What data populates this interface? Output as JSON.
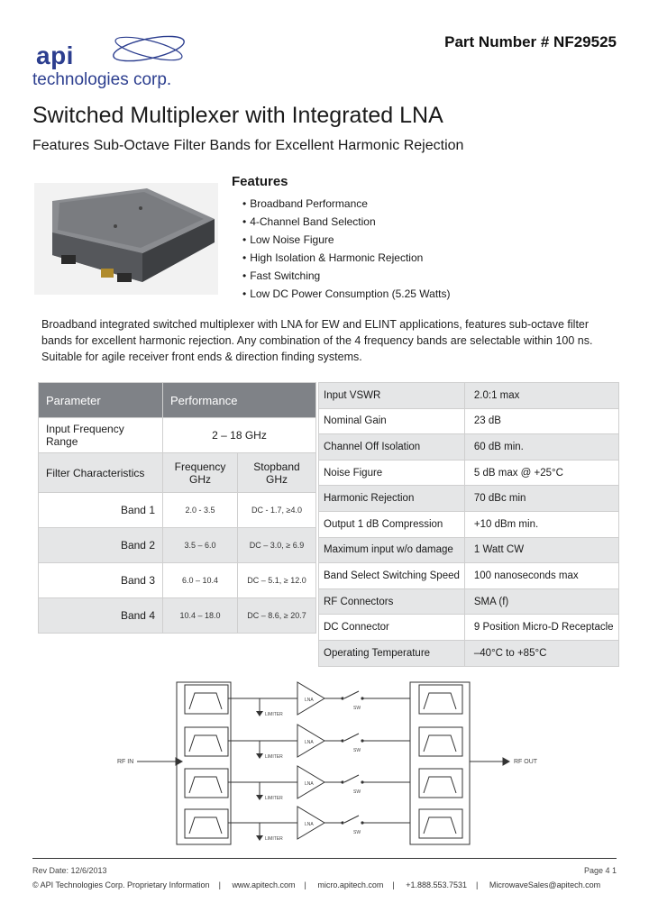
{
  "header": {
    "logo_text": "api",
    "logo_subtext": "technologies corp.",
    "part_number": "Part Number # NF29525"
  },
  "title": "Switched Multiplexer with Integrated LNA",
  "subtitle": "Features Sub-Octave Filter Bands for Excellent Harmonic Rejection",
  "features": {
    "heading": "Features",
    "items": [
      "Broadband Performance",
      "4-Channel Band Selection",
      "Low Noise Figure",
      "High Isolation & Harmonic Rejection",
      "Fast Switching",
      "Low DC Power Consumption (5.25 Watts)"
    ]
  },
  "description": "Broadband integrated switched multiplexer with LNA for EW and ELINT applications, features sub-octave filter bands for excellent harmonic rejection.  Any combination of the 4 frequency bands are selectable within 100 ns.  Suitable for agile receiver front ends & direction finding systems.",
  "left_table": {
    "col1": "Parameter",
    "col2": "Performance",
    "input_range_label": "Input Frequency Range",
    "input_range_value": "2 – 18 GHz",
    "filter_label": "Filter Characteristics",
    "freq_header": "Frequency GHz",
    "stop_header": "Stopband GHz",
    "bands": [
      {
        "name": "Band 1",
        "freq": "2.0 - 3.5",
        "stop": "DC - 1.7, ≥4.0"
      },
      {
        "name": "Band 2",
        "freq": "3.5 – 6.0",
        "stop": "DC – 3.0, ≥ 6.9"
      },
      {
        "name": "Band 3",
        "freq": "6.0 – 10.4",
        "stop": "DC – 5.1, ≥ 12.0"
      },
      {
        "name": "Band 4",
        "freq": "10.4 – 18.0",
        "stop": "DC – 8.6, ≥ 20.7"
      }
    ]
  },
  "right_table": [
    {
      "param": "Input VSWR",
      "value": "2.0:1 max"
    },
    {
      "param": "Nominal Gain",
      "value": "23 dB"
    },
    {
      "param": "Channel Off Isolation",
      "value": "60 dB min."
    },
    {
      "param": "Noise Figure",
      "value": "5 dB max @ +25°C"
    },
    {
      "param": "Harmonic Rejection",
      "value": "70 dBc min"
    },
    {
      "param": "Output 1 dB Compression",
      "value": "+10 dBm min."
    },
    {
      "param": "Maximum input w/o damage",
      "value": "1 Watt CW"
    },
    {
      "param": "Band Select Switching Speed",
      "value": "100 nanoseconds max"
    },
    {
      "param": "RF Connectors",
      "value": "SMA (f)"
    },
    {
      "param": "DC Connector",
      "value": "9 Position Micro-D Receptacle"
    },
    {
      "param": "Operating Temperature",
      "value": "–40°C to +85°C"
    }
  ],
  "diagram": {
    "rf_in": "RF IN",
    "rf_out": "RF OUT",
    "amp_label": "LNA",
    "sw_label": "SW",
    "limiter_label": "LIMITER"
  },
  "footer": {
    "rev_date": "Rev Date:  12/6/2013",
    "page": "Page 4 1",
    "items": [
      "© API Technologies Corp. Proprietary Information",
      "www.apitech.com",
      "micro.apitech.com",
      "+1.888.553.7531",
      "MicrowaveSales@apitech.com"
    ]
  }
}
